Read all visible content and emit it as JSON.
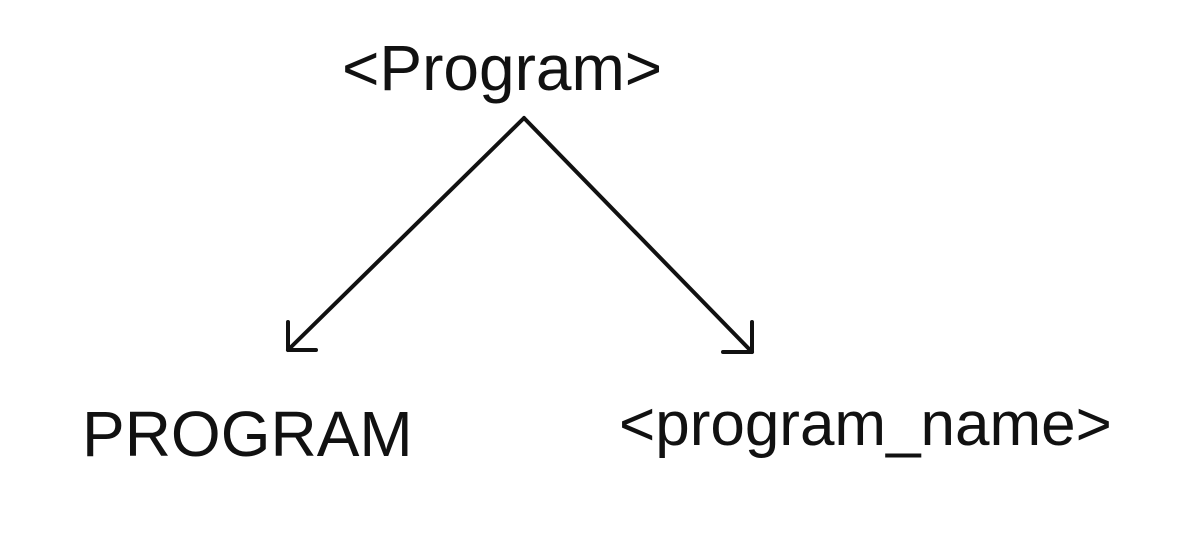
{
  "tree": {
    "root": {
      "label": "<Program>"
    },
    "children": [
      {
        "label": "PROGRAM"
      },
      {
        "label": "<program_name>"
      }
    ]
  },
  "colors": {
    "background": "#ffffff",
    "ink": "#111111"
  }
}
